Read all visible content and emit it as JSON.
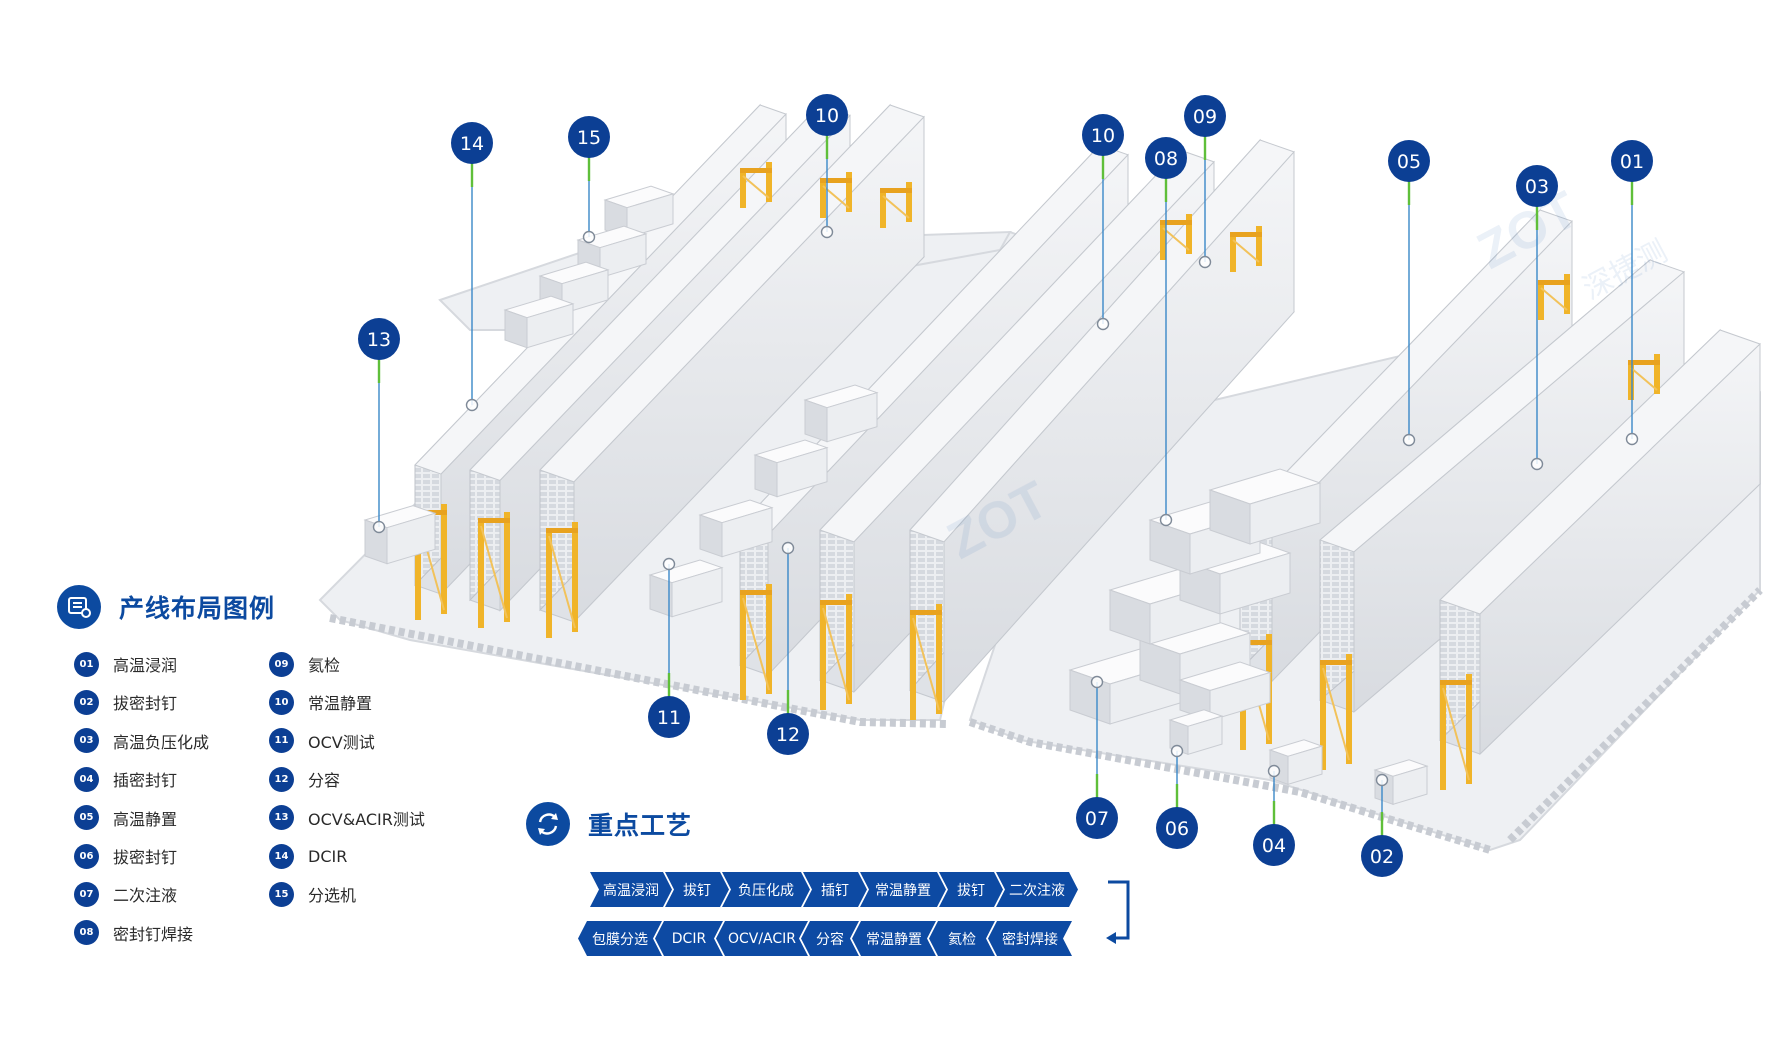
{
  "legend": {
    "title": "产线布局图例",
    "items": [
      {
        "num": "01",
        "name": "高温浸润"
      },
      {
        "num": "02",
        "name": "拔密封钉"
      },
      {
        "num": "03",
        "name": "高温负压化成"
      },
      {
        "num": "04",
        "name": "插密封钉"
      },
      {
        "num": "05",
        "name": "高温静置"
      },
      {
        "num": "06",
        "name": "拔密封钉"
      },
      {
        "num": "07",
        "name": "二次注液"
      },
      {
        "num": "08",
        "name": "密封钉焊接"
      },
      {
        "num": "09",
        "name": "氦检"
      },
      {
        "num": "10",
        "name": "常温静置"
      },
      {
        "num": "11",
        "name": "OCV测试"
      },
      {
        "num": "12",
        "name": "分容"
      },
      {
        "num": "13",
        "name": "OCV&ACIR测试"
      },
      {
        "num": "14",
        "name": "DCIR"
      },
      {
        "num": "15",
        "name": "分选机"
      }
    ]
  },
  "process": {
    "title": "重点工艺",
    "row1": [
      "高温浸润",
      "拔钉",
      "负压化成",
      "插钉",
      "常温静置",
      "拔钉",
      "二次注液"
    ],
    "row2": [
      "包膜分选",
      "DCIR",
      "OCV/ACIR",
      "分容",
      "常温静置",
      "氦检",
      "密封焊接"
    ]
  },
  "callouts": [
    "14",
    "15",
    "10",
    "10",
    "08",
    "09",
    "05",
    "03",
    "01",
    "13",
    "11",
    "12",
    "07",
    "06",
    "04",
    "02"
  ],
  "watermark": {
    "brand": "ZOT",
    "cn": "深捷测"
  },
  "colors": {
    "primary": "#0c4aa0",
    "callout_line": "#3a88c8",
    "callout_green": "#5fbf3a",
    "gantry": "#f0b429",
    "rack": "#e6e8ec"
  },
  "icons": [
    "list-view-icon",
    "cycle-arrows-icon",
    "return-arrow-icon"
  ]
}
